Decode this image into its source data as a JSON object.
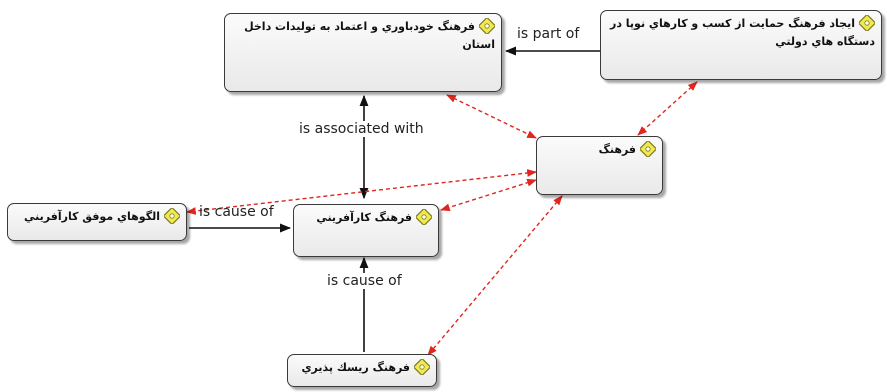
{
  "nodes": {
    "self_confidence": {
      "label": "فرهنگ خودباوري و اعتماد به توليدات داخل استان",
      "icon": "concept-diamond-icon"
    },
    "support_youth": {
      "label": "ايجاد فرهنگ حمايت از كسب و كارهاي نوپا در دستگاه هاي دولتي",
      "icon": "concept-diamond-icon"
    },
    "culture": {
      "label": "فرهنگ",
      "icon": "concept-diamond-icon"
    },
    "role_models": {
      "label": "الگوهاي موفق كارآفريني",
      "icon": "concept-diamond-icon"
    },
    "entrepreneurship": {
      "label": "فرهنگ كارآفريني",
      "icon": "concept-diamond-icon"
    },
    "risk_taking": {
      "label": "فرهنگ ريسك پذيري",
      "icon": "concept-diamond-icon"
    }
  },
  "edges": {
    "is_part_of": "is part of",
    "is_associated_with": "is associated with",
    "is_cause_of_models": "is cause of",
    "is_cause_of_risk": "is cause of"
  },
  "colors": {
    "solid_edge": "#111111",
    "dashed_edge": "#e0261f",
    "icon_fill": "#f2e94a",
    "icon_stroke": "#7a7a2a"
  }
}
